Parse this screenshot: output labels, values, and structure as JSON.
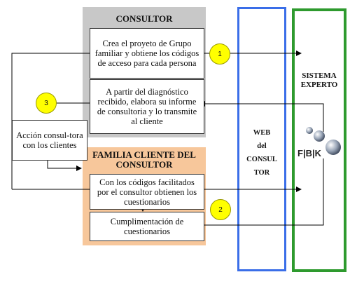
{
  "consultor_panel": {
    "title": "CONSULTOR",
    "box1": "Crea el proyeto de Grupo familiar y obtiene los códigos de acceso para cada persona",
    "box2": "A partir del diagnóstico recibido, elabora su informe de consultoria y lo transmite al cliente"
  },
  "accion_box": "Acción consul-tora con los clientes",
  "familia_panel": {
    "title": "FAMILIA CLIENTE DEL CONSULTOR",
    "box1": "Con los códigos facilitados por el consultor obtienen los cuestionarios",
    "box2": "Cumplimentación de cuestionarios"
  },
  "web_column": {
    "label_lines": [
      "WEB",
      "del",
      "CONSUL",
      "TOR"
    ]
  },
  "system_column": {
    "label_lines": [
      "SISTEMA",
      "EXPERTO"
    ],
    "logo_text": "F|B|K"
  },
  "badges": [
    "1",
    "2",
    "3"
  ],
  "colors": {
    "consultor_bg": "#c8c8c8",
    "familia_bg": "#f7c79b",
    "web_border": "#3a6ee8",
    "system_border": "#2e9a2e",
    "badge_fill": "#ffff00"
  }
}
